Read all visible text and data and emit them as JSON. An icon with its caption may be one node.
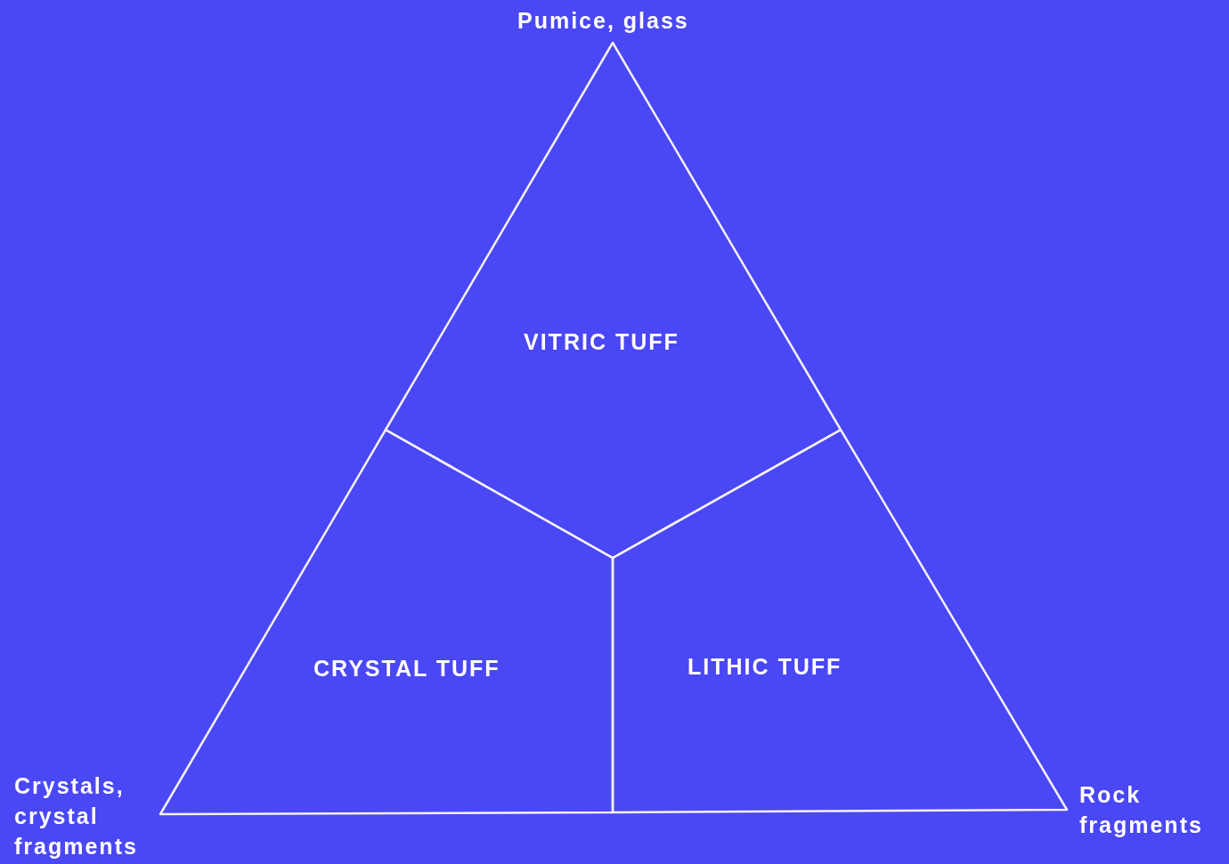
{
  "diagram": {
    "nodes": [
      {
        "text": [
          "VITRIC TUFF"
        ]
      },
      {
        "text": [
          "CRYSTAL TUFF"
        ]
      },
      {
        "text": [
          "LITHIC TUFF"
        ]
      }
    ],
    "labels": [
      "Pumice, glass",
      "Crystals, crystal fragments",
      "Rock fragments"
    ]
  }
}
